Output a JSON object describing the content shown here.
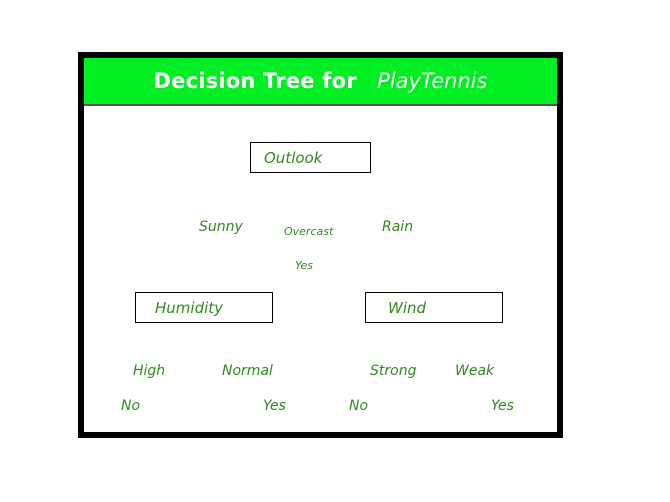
{
  "figure": {
    "title_bold": "Decision Tree for",
    "title_italic": "PlayTennis",
    "banner_color": "#00ee22",
    "text_color": "#2e8b1e",
    "frame_color": "#000000"
  },
  "tree": {
    "root": {
      "label": "Outlook"
    },
    "branches": [
      {
        "label": "Sunny"
      },
      {
        "label": "Overcast"
      },
      {
        "label": "Rain"
      }
    ],
    "overcast_leaf": {
      "label": "Yes"
    },
    "humidity": {
      "label": "Humidity",
      "edges": [
        {
          "label": "High",
          "leaf": "No"
        },
        {
          "label": "Normal",
          "leaf": "Yes"
        }
      ]
    },
    "wind": {
      "label": "Wind",
      "edges": [
        {
          "label": "Strong",
          "leaf": "No"
        },
        {
          "label": "Weak",
          "leaf": "Yes"
        }
      ]
    }
  }
}
